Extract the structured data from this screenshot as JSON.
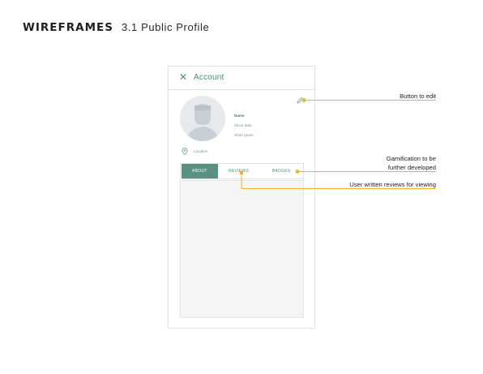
{
  "header": {
    "title": "WIREFRAMES",
    "subtitle": "3.1 Public Profile"
  },
  "screen": {
    "close_icon": "close-icon",
    "title": "Account",
    "profile": {
      "name": "Name",
      "since": "Since date",
      "quote": "Short quote",
      "location": "Location"
    },
    "tabs": [
      {
        "label": "ABOUT",
        "active": true
      },
      {
        "label": "REVIEWS",
        "active": false
      },
      {
        "label": "BADGES",
        "active": false
      }
    ]
  },
  "annotations": {
    "edit": "Button to edit",
    "gamification_line1": "Gamification to be",
    "gamification_line2": "further developed",
    "reviews": "User written reviews for viewing"
  },
  "colors": {
    "accent": "#5a8f82",
    "callout": "#f0b429",
    "panel": "#f3f5f6"
  }
}
